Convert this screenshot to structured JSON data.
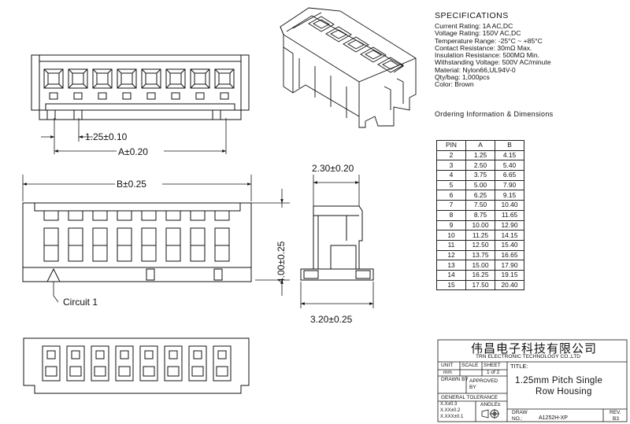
{
  "specifications": {
    "title": "SPECIFICATIONS",
    "lines": [
      "Current Rating: 1A AC,DC",
      "Voltage Rating: 150V AC,DC",
      "Temperature Range: -25°C ~ +85°C",
      "Contact Resistance: 30mΩ Max.",
      "Insulation Resistance: 500MΩ Min.",
      "Withstanding Voltage: 500V AC/minute",
      "Material: Nylon66,UL94V-0",
      "Qty/bag: 1,000pcs",
      "Color: Brown"
    ]
  },
  "ordering_title": "Ordering Information & Dimensions",
  "dimension_table": {
    "headers": [
      "PIN",
      "A",
      "B"
    ],
    "rows": [
      [
        "2",
        "1.25",
        "4.15"
      ],
      [
        "3",
        "2.50",
        "5.40"
      ],
      [
        "4",
        "3.75",
        "6.65"
      ],
      [
        "5",
        "5.00",
        "7.90"
      ],
      [
        "6",
        "6.25",
        "9.15"
      ],
      [
        "7",
        "7.50",
        "10.40"
      ],
      [
        "8",
        "8.75",
        "11.65"
      ],
      [
        "9",
        "10.00",
        "12.90"
      ],
      [
        "10",
        "11.25",
        "14.15"
      ],
      [
        "11",
        "12.50",
        "15.40"
      ],
      [
        "12",
        "13.75",
        "16.65"
      ],
      [
        "13",
        "15.00",
        "17.90"
      ],
      [
        "14",
        "16.25",
        "19.15"
      ],
      [
        "15",
        "17.50",
        "20.40"
      ]
    ]
  },
  "dimensions": {
    "pitch": "1.25±0.10",
    "a": "A±0.20",
    "b": "B±0.25",
    "depth": "2.30±0.20",
    "height": "4.00±0.25",
    "width": "3.20±0.25",
    "circuit_label": "Circuit 1"
  },
  "title_block": {
    "company_cn": "伟昌电子科技有限公司",
    "company_en": "TRN ELECTRONIC TECHNOLOGY CO.,LTD",
    "unit_label": "UNIT",
    "unit_value": "mm",
    "scale_label": "SCALE",
    "scale_value": "",
    "sheet_label": "SHEET",
    "sheet_value": "1 of 2",
    "title_label": "TITLE:",
    "title_line1": "1.25mm Pitch Single",
    "title_line2": "Row Housing",
    "drawn_by": "DRAWN BY",
    "approved_by_1": "APPROVED",
    "approved_by_2": "BY",
    "general_tolerance": "GENERAL TOLERANCE",
    "tol_1": "X.X±0.3",
    "tol_2": "X.XX±0.2",
    "tol_3": "X.XXX±0.1",
    "angle": "ANGLE±",
    "draw_label": "DRAW",
    "no_label": "NO.:",
    "drawing_no": "A1252H-XP",
    "rev_label": "REV.",
    "rev_value": "B3"
  }
}
